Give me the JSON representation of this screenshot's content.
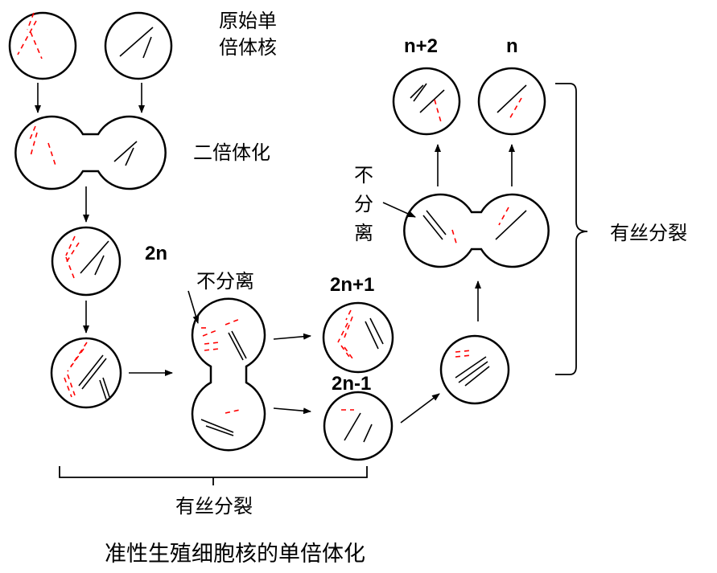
{
  "labels": {
    "haploid_nuclei": [
      "原始单",
      "倍体核"
    ],
    "diploidization": "二倍体化",
    "ploidy_2n": "2n",
    "nondisjunction": "不分离",
    "nondisjunction_vertical": [
      "不",
      "分",
      "离"
    ],
    "ploidy_2n_plus_1": "2n+1",
    "ploidy_2n_minus_1": "2n-1",
    "ploidy_n_plus_2": "n+2",
    "ploidy_n": "n",
    "mitosis_right": "有丝分裂",
    "mitosis_bottom": "有丝分裂",
    "title": "准性生殖细胞核的单倍体化"
  },
  "colors": {
    "line": "#000000",
    "chromosome_red": "#ff0000",
    "background": "#ffffff"
  }
}
